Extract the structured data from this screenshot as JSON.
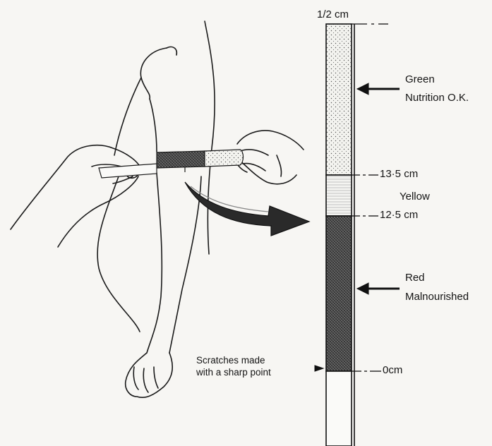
{
  "strip": {
    "top_label": "1/2 cm",
    "bands": [
      {
        "name": "Green",
        "meaning": "Nutrition O.K.",
        "color": "#e8e8e0"
      },
      {
        "name": "Yellow",
        "meaning": "",
        "color": "#f2f2ee"
      },
      {
        "name": "Red",
        "meaning": "Malnourished",
        "color": "#5a5a5a"
      }
    ],
    "marks": [
      "13·5 cm",
      "12·5 cm",
      "0cm"
    ],
    "scratch_note": [
      "Scratches made",
      "with a sharp point"
    ]
  },
  "labels": {
    "green": "Green",
    "green_meaning": "Nutrition O.K.",
    "yellow": "Yellow",
    "red": "Red",
    "red_meaning": "Malnourished"
  }
}
